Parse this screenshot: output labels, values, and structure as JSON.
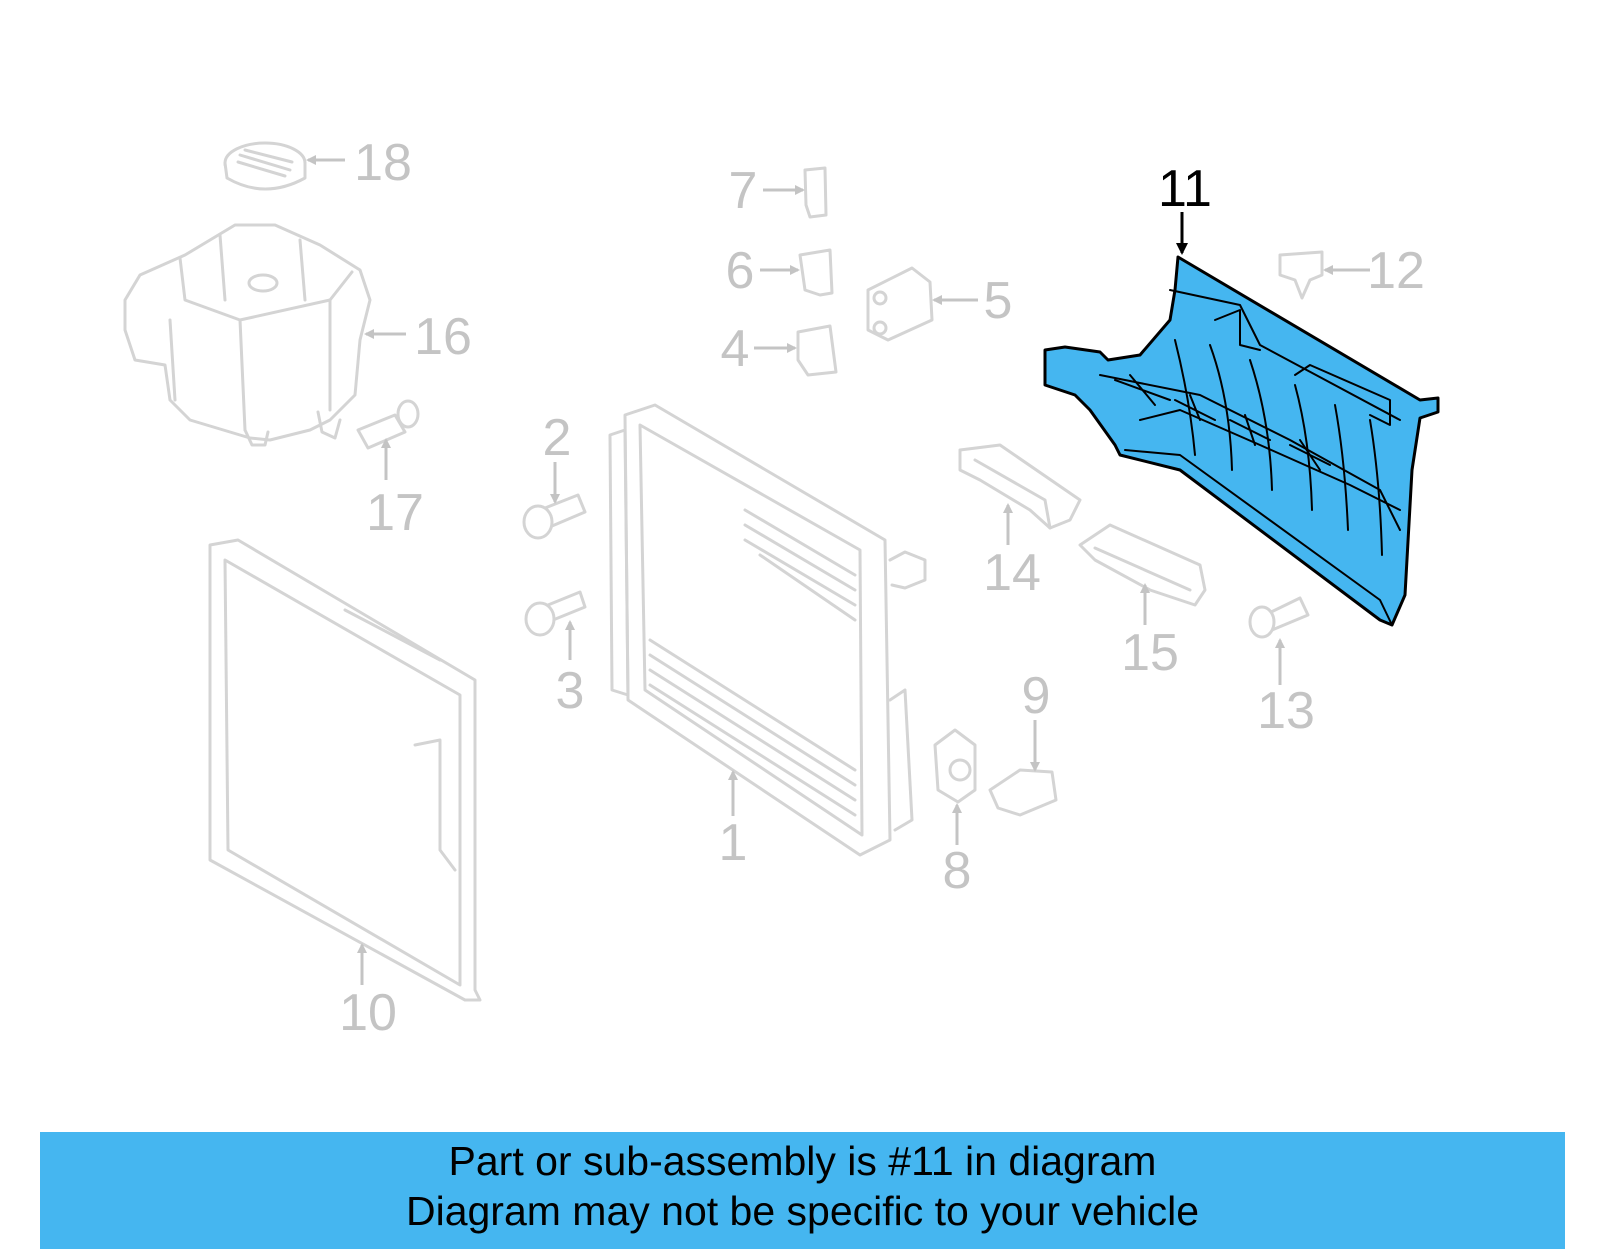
{
  "highlight_color": "#45b6f0",
  "faded_color": "#c4c4c4",
  "highlighted_part": "11",
  "callouts": [
    {
      "label": "1"
    },
    {
      "label": "2"
    },
    {
      "label": "3"
    },
    {
      "label": "4"
    },
    {
      "label": "5"
    },
    {
      "label": "6"
    },
    {
      "label": "7"
    },
    {
      "label": "8"
    },
    {
      "label": "9"
    },
    {
      "label": "10"
    },
    {
      "label": "11"
    },
    {
      "label": "12"
    },
    {
      "label": "13"
    },
    {
      "label": "14"
    },
    {
      "label": "15"
    },
    {
      "label": "16"
    },
    {
      "label": "17"
    },
    {
      "label": "18"
    }
  ],
  "banner": {
    "line1": "Part or sub-assembly is #11 in diagram",
    "line2": "Diagram may not be specific to your vehicle"
  }
}
